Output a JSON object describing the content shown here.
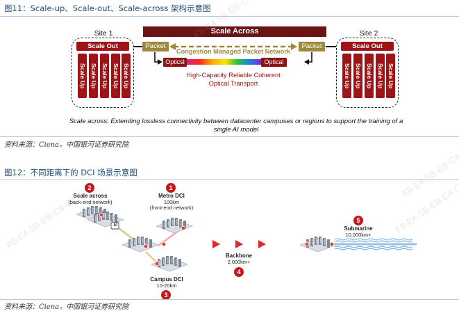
{
  "fig11": {
    "title": "图11：Scale-up、Scale-out、Scale-across 架构示意图",
    "site1_label": "Site 1",
    "site2_label": "Site 2",
    "scale_across": "Scale Across",
    "scale_out": "Scale Out",
    "scale_up": "Scale Up",
    "packet": "Packet",
    "optical_left": "Opticsl",
    "optical_right": "Optical",
    "congestion": "Congestion Managed Packet Network",
    "transport_line1": "High-Capacity Reliable Coherent",
    "transport_line2": "Optical Transport",
    "caption_line1": "Scale across: Extending lossless connectivity between datacenter campuses or regions to support the training of a",
    "caption_line2": "single AI model",
    "source": "资料来源：Ciena，中国银河证券研究院"
  },
  "fig12": {
    "title": "图12：不同距离下的 DCI 场景示意图",
    "scale_across": {
      "number": "2",
      "name": "Scale across",
      "detail": "(back-end network)"
    },
    "metro": {
      "number": "1",
      "name": "Metro DCI",
      "distance": "100km",
      "detail": "(front-end network)"
    },
    "submarine": {
      "number": "5",
      "name": "Submarine",
      "distance": "10,000km+"
    },
    "backbone": {
      "number": "4",
      "name": "Backbone",
      "distance": "2,000km+"
    },
    "campus": {
      "number": "3",
      "name": "Campus DCI",
      "distance": "10-20km"
    },
    "ai_chip": "AI",
    "source": "资料来源：Ciena，中国银河证券研究院"
  },
  "watermark": "F8-E4-5B-EB-C4-C1",
  "colors": {
    "brand_red": "#9e1416",
    "dark_red": "#6b1414",
    "packet_gold": "#9c8a3a",
    "title_blue": "#1f4e79"
  }
}
